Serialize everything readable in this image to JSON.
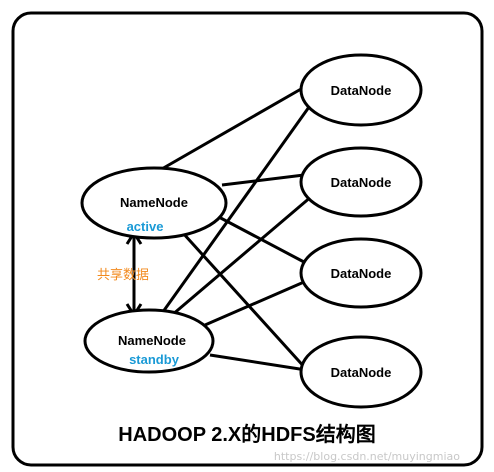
{
  "diagram": {
    "title": "HADOOP 2.X的HDFS结构图",
    "namenodes": [
      {
        "id": "nn-active",
        "label": "NameNode",
        "state": "active"
      },
      {
        "id": "nn-standby",
        "label": "NameNode",
        "state": "standby"
      }
    ],
    "datanodes": [
      {
        "id": "dn-1",
        "label": "DataNode"
      },
      {
        "id": "dn-2",
        "label": "DataNode"
      },
      {
        "id": "dn-3",
        "label": "DataNode"
      },
      {
        "id": "dn-4",
        "label": "DataNode"
      }
    ],
    "shared_link_label": "共享数据",
    "watermark": "https://blog.csdn.net/muyingmiao",
    "colors": {
      "state_text": "#1a9ad6",
      "shared_link_text": "#f28a1e",
      "line": "#000000",
      "frame": "#000000",
      "background": "#ffffff"
    }
  }
}
